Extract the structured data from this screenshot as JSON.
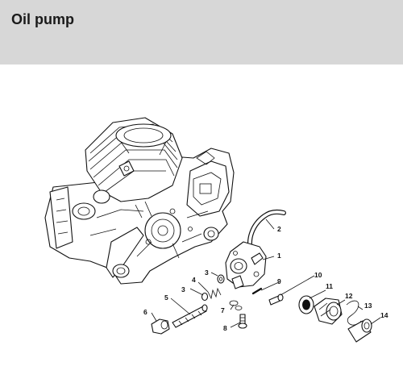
{
  "header": {
    "title": "Oil pump"
  },
  "diagram": {
    "callouts": [
      {
        "id": "callout-1",
        "text": "1"
      },
      {
        "id": "callout-2",
        "text": "2"
      },
      {
        "id": "callout-3a",
        "text": "3"
      },
      {
        "id": "callout-3b",
        "text": "3"
      },
      {
        "id": "callout-4",
        "text": "4"
      },
      {
        "id": "callout-5",
        "text": "5"
      },
      {
        "id": "callout-6",
        "text": "6"
      },
      {
        "id": "callout-7",
        "text": "7"
      },
      {
        "id": "callout-8",
        "text": "8"
      },
      {
        "id": "callout-9",
        "text": "9"
      },
      {
        "id": "callout-10",
        "text": "10"
      },
      {
        "id": "callout-11",
        "text": "11"
      },
      {
        "id": "callout-12",
        "text": "12"
      },
      {
        "id": "callout-13",
        "text": "13"
      },
      {
        "id": "callout-14",
        "text": "14"
      }
    ]
  }
}
